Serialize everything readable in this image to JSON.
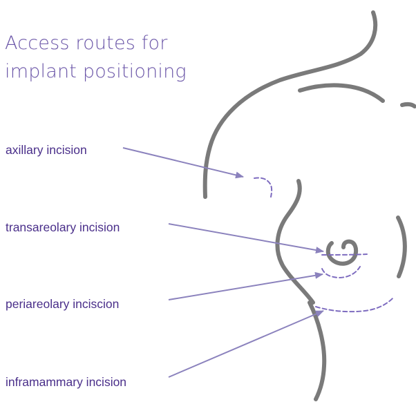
{
  "title": {
    "line1": "Access routes for",
    "line2": "implant positioning"
  },
  "labels": {
    "axillary": "axillary incision",
    "transareolary": "transareolary incision",
    "periareolary": "periareolary inciscion",
    "inframammary": "inframammary incision"
  },
  "colors": {
    "outline": "#7a7a7a",
    "arrow": "#8b82bd",
    "incision": "#7d6bbf",
    "title_text": "#6b56a8",
    "label_text": "#4a2f8a"
  }
}
